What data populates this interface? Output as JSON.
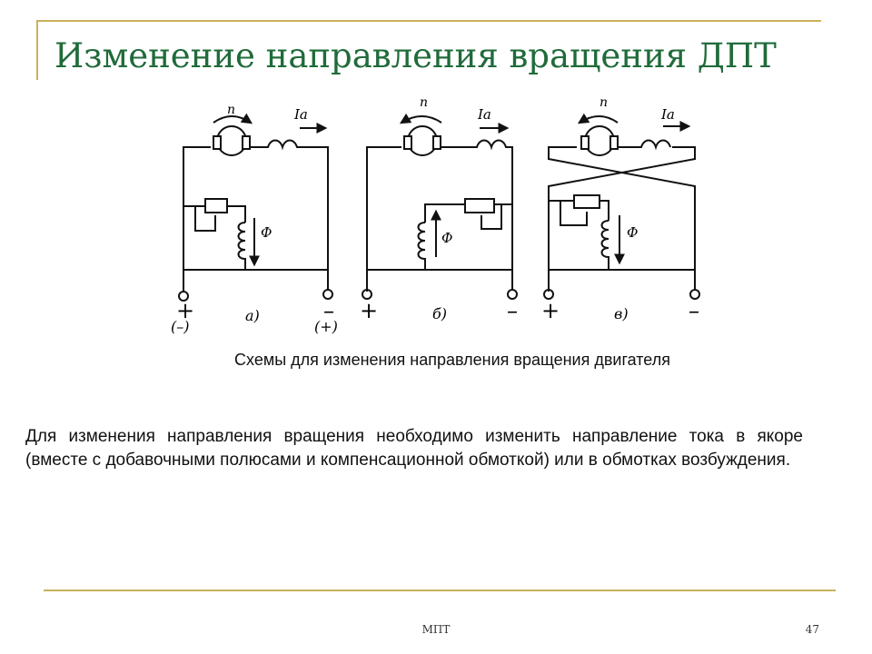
{
  "slide": {
    "title": "Изменение направления вращения ДПТ",
    "caption": "Схемы для изменения направления вращения двигателя",
    "body": "Для изменения направления вращения необходимо изменить направление тока в якоре (вместе с добавочными полюсами и компенсационной обмоткой) или в обмотках возбуждения.",
    "footer_center": "МПТ",
    "page_number": "47"
  },
  "diagram": {
    "symbols": {
      "speed": "n",
      "current": "Iа",
      "flux": "Ф"
    },
    "schemes": [
      {
        "label": "а)",
        "left_terminal": "+",
        "left_alt": "(–)",
        "right_terminal": "–",
        "right_alt": "(+)"
      },
      {
        "label": "б)",
        "left_terminal": "+",
        "right_terminal": "–"
      },
      {
        "label": "в)",
        "left_terminal": "+",
        "right_terminal": "–"
      }
    ]
  }
}
